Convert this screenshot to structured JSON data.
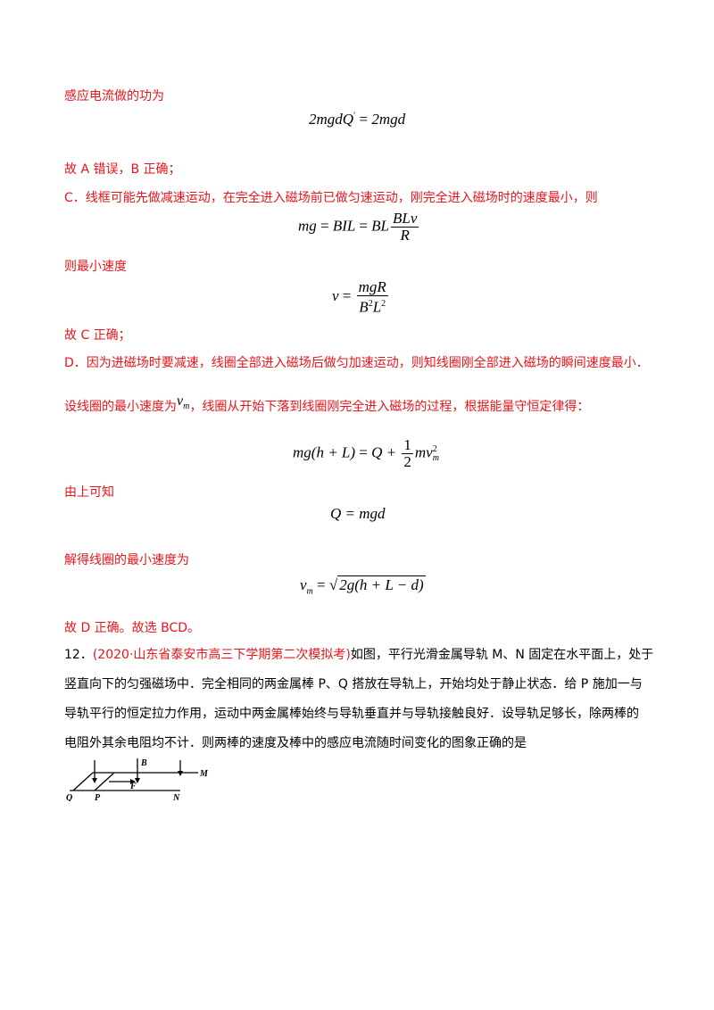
{
  "p1": "感应电流做的功为",
  "eq1": {
    "lhs": "2mgdQ",
    "prime": "′",
    "eq": "=",
    "rhs": "2mgd"
  },
  "p2": "故 A 错误，B 正确；",
  "p3": "C．线框可能先做减速运动，在完全进入磁场前已做匀速运动，刚完全进入磁场时的速度最小，则",
  "eq2": {
    "lhs": "mg",
    "eq1": "=",
    "mid": "BIL",
    "eq2": "=",
    "pre": "BL",
    "num": "BLv",
    "den": "R"
  },
  "p4": "则最小速度",
  "eq3": {
    "lhs": "v",
    "eq": "=",
    "num": "mgR",
    "den_b": "B",
    "den_l": "L",
    "exp": "2"
  },
  "p5": "故 C 正确；",
  "p6": "D．因为进磁场时要减速，线圈全部进入磁场后做匀加速运动，则知线圈刚全部进入磁场的瞬间速度最小．",
  "p7a": "设线圈的最小速度为",
  "p7v": "v",
  "p7sub": "m",
  "p7b": "，线圈从开始下落到线圈刚完全进入磁场的过程，根据能量守恒定律得：",
  "eq4": {
    "lhs": "mg(h + L)",
    "eq": "=",
    "q": "Q +",
    "num": "1",
    "den": "2",
    "rhs": "mv",
    "sub": "m",
    "exp": "2"
  },
  "p8": "由上可知",
  "eq5": {
    "text": "Q = mgd"
  },
  "p9": "解得线圈的最小速度为",
  "eq6": {
    "lhs": "v",
    "sub": "m",
    "eq": "=",
    "radicand": "2g(h + L − d)"
  },
  "p10": "故 D 正确。故选 BCD。",
  "q12": {
    "num": "12．",
    "source": "(2020·山东省泰安市高三下学期第二次模拟考)",
    "l1": "如图，平行光滑金属导轨 M、N 固定在水平面上，处于",
    "l2": "竖直向下的匀强磁场中．完全相同的两金属棒 P、Q 搭放在导轨上，开始均处于静止状态．给 P 施加一与",
    "l3": "导轨平行的恒定拉力作用，运动中两金属棒始终与导轨垂直并与导轨接触良好．设导轨足够长，除两棒的",
    "l4": "电阻外其余电阻均不计．则两棒的速度及棒中的感应电流随时间变化的图象正确的是"
  },
  "figure": {
    "label_b": "B",
    "label_m": "M",
    "label_f": "F",
    "label_q": "Q",
    "label_p": "P",
    "label_n": "N"
  }
}
